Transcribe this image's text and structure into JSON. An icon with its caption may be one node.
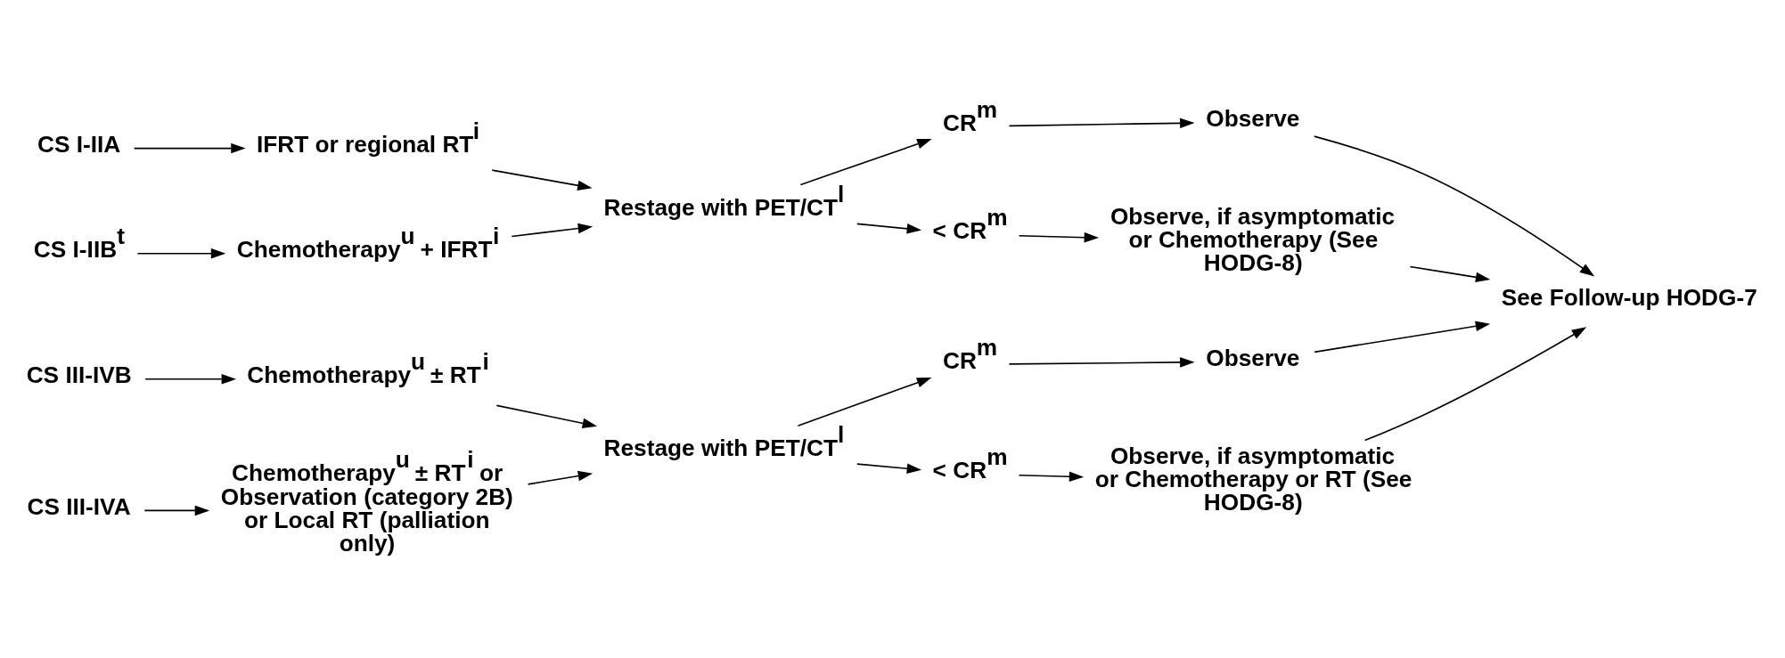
{
  "diagram": {
    "nodes": [
      {
        "text": [
          "CS I-IIA"
        ]
      },
      {
        "text": [
          "IFRT or regional RT$^{i}$"
        ]
      },
      {
        "text": [
          "CS I-IIB$^{t}$"
        ]
      },
      {
        "text": [
          "Chemotherapy$^{u}$ + IFRT$^{i}$"
        ]
      },
      {
        "text": [
          "Restage with PET/CT$^{l}$"
        ]
      },
      {
        "text": [
          "CR$^{m}$"
        ]
      },
      {
        "text": [
          "Observe"
        ]
      },
      {
        "text": [
          "< CR$^{m}$"
        ]
      },
      {
        "text": [
          "Observe, if asymptomatic or Chemotherapy (See HODG-8)"
        ]
      },
      {
        "text": [
          "CS III-IVA"
        ]
      },
      {
        "text": [
          "Chemotherapy$^{u}$ ± RT$^{i}$ or Observation (category 2B) or Local RT (palliation only)"
        ]
      },
      {
        "text": [
          "CS III-IVB"
        ]
      },
      {
        "text": [
          "Chemotherapy$^{u}$ ± RT$^{i}$"
        ]
      },
      {
        "text": [
          "Restage with PET/CT$^{l}$"
        ]
      },
      {
        "text": [
          "CR$^{m}$"
        ]
      },
      {
        "text": [
          "Observe"
        ]
      },
      {
        "text": [
          "< CR$^{m}$"
        ]
      },
      {
        "text": [
          "Observe, if asymptomatic or Chemotherapy or RT (See HODG-8)"
        ]
      },
      {
        "text": [
          "See Follow-up HODG-7"
        ]
      }
    ],
    "edges": [
      {
        "from": 0,
        "to": 1,
        "arrow": "to"
      },
      {
        "from": 2,
        "to": 3,
        "arrow": "to"
      },
      {
        "from": 1,
        "to": 4,
        "arrow": "to"
      },
      {
        "from": 3,
        "to": 4,
        "arrow": "to"
      },
      {
        "from": 4,
        "to": 5,
        "arrow": "to"
      },
      {
        "from": 4,
        "to": 7,
        "arrow": "to"
      },
      {
        "from": 5,
        "to": 6,
        "arrow": "to"
      },
      {
        "from": 7,
        "to": 8,
        "arrow": "to"
      },
      {
        "from": 6,
        "to": 18,
        "arrow": "to"
      },
      {
        "from": 8,
        "to": 18,
        "arrow": "to"
      },
      {
        "from": 9,
        "to": 10,
        "arrow": "to"
      },
      {
        "from": 11,
        "to": 12,
        "arrow": "to"
      },
      {
        "from": 10,
        "to": 13,
        "arrow": "to"
      },
      {
        "from": 12,
        "to": 13,
        "arrow": "to"
      },
      {
        "from": 13,
        "to": 14,
        "arrow": "to"
      },
      {
        "from": 13,
        "to": 16,
        "arrow": "to"
      },
      {
        "from": 14,
        "to": 15,
        "arrow": "to"
      },
      {
        "from": 16,
        "to": 17,
        "arrow": "to"
      },
      {
        "from": 15,
        "to": 18,
        "arrow": "to"
      },
      {
        "from": 17,
        "to": 18,
        "arrow": "to"
      }
    ]
  }
}
